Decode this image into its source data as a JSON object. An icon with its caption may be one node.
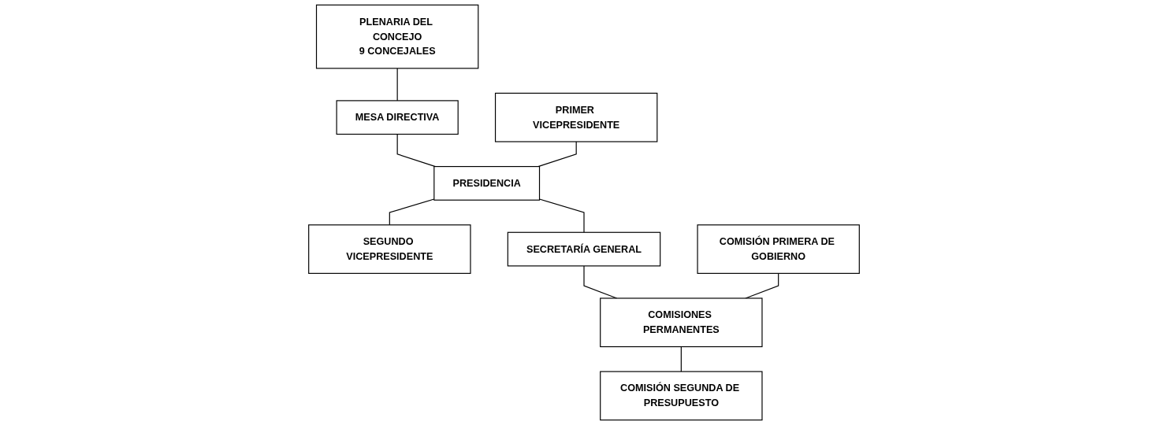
{
  "diagram": {
    "nodes": [
      {
        "text": [
          "PLENARIA DEL CONCEJO",
          "9 CONCEJALES"
        ]
      },
      {
        "text": [
          "MESA DIRECTIVA"
        ]
      },
      {
        "text": [
          "PRIMER VICEPRESIDENTE"
        ]
      },
      {
        "text": [
          "PRESIDENCIA"
        ]
      },
      {
        "text": [
          "SEGUNDO VICEPRESIDENTE"
        ]
      },
      {
        "text": [
          "SECRETARÍA GENERAL"
        ]
      },
      {
        "text": [
          "COMISIÓN PRIMERA DE GOBIERNO"
        ]
      },
      {
        "text": [
          "COMISIONES PERMANENTES"
        ]
      },
      {
        "text": [
          "COMISIÓN SEGUNDA DE PRESUPUESTO"
        ]
      }
    ],
    "edges": [
      {
        "from": 0,
        "to": 1,
        "arrow": "none"
      },
      {
        "from": 1,
        "to": 3,
        "arrow": "none"
      },
      {
        "from": 2,
        "to": 3,
        "arrow": "none"
      },
      {
        "from": 3,
        "to": 4,
        "arrow": "none"
      },
      {
        "from": 3,
        "to": 5,
        "arrow": "none"
      },
      {
        "from": 5,
        "to": 7,
        "arrow": "none"
      },
      {
        "from": 6,
        "to": 7,
        "arrow": "none"
      },
      {
        "from": 7,
        "to": 8,
        "arrow": "none"
      }
    ]
  }
}
